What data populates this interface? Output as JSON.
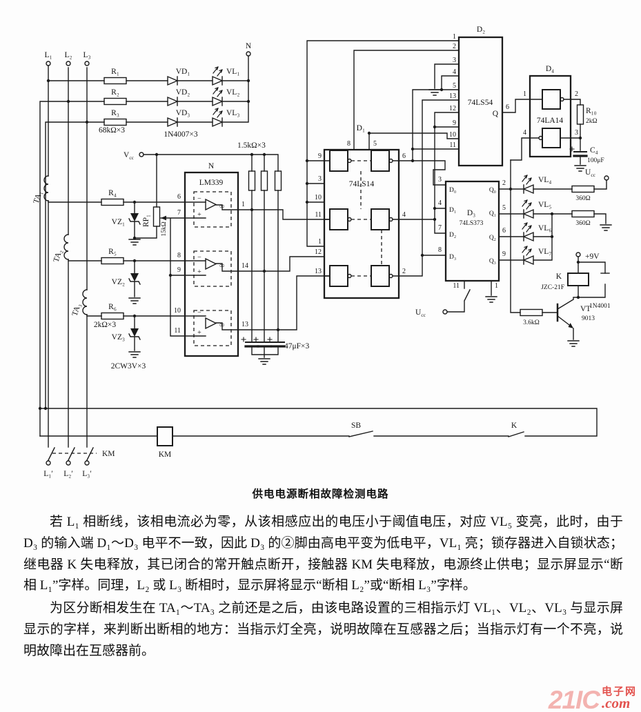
{
  "caption": "供电电源断相故障检测电路",
  "paragraphs": {
    "p1": "若 L₁ 相断线，该相电流必为零，从该相感应出的电压小于阈值电压，对应 VL₅ 变亮，此时，由于 D₃ 的输入端 D₁～D₃ 电平不一致，因此 D₃ 的②脚由高电平变为低电平，VL₁ 亮；锁存器进入自锁状态；继电器 K 失电释放，其已闭合的常开触点断开，接触器 KM 失电释放，电源终止供电；显示屏显示“断相 L₁”字样。同理，L₂ 或 L₃ 断相时，显示屏将显示“断相 L₂”或“断相 L₃”字样。",
    "p2": "为区分断相发生在 TA₁～TA₃ 之前还是之后，由该电路设置的三相指示灯 VL₁、VL₂、VL₃ 与显示屏显示的字样，来判断出断相的地方：当指示灯全亮，说明故障在互感器之后；当指示灯有一个不亮，说明故障出在互感器前。"
  },
  "watermark": {
    "brand": "21IC",
    "domain": ".com",
    "site": "电子网"
  },
  "sch": {
    "num": {
      "1": "1",
      "2": "2",
      "3": "3",
      "4": "4",
      "5": "5",
      "6": "6",
      "7": "7",
      "8": "8",
      "9": "9",
      "10": "10",
      "11": "11",
      "12": "12",
      "13": "13",
      "14": "14"
    },
    "phase": {
      "l1": "L₁",
      "l2": "L₂",
      "l3": "L₃",
      "n": "N",
      "l1p": "L₁′",
      "l2p": "L₂′",
      "l3p": "L₃′"
    },
    "r": {
      "r1": "R₁",
      "r2": "R₂",
      "r3": "R₃",
      "r123": "68kΩ×3",
      "r4": "R₄",
      "r5": "R₅",
      "r6": "R₆",
      "r456": "2kΩ×3",
      "rp1": "RP₁",
      "rp1v": "15kΩ",
      "pull": "1.5kΩ×3",
      "r10": "R₁₀",
      "r10v": "2kΩ",
      "r360": "360Ω",
      "r36": "3.6kΩ"
    },
    "dio": {
      "vd1": "VD₁",
      "vd2": "VD₂",
      "vd3": "VD₃",
      "vdm": "1N4007×3",
      "vz1": "VZ₁",
      "vz2": "VZ₂",
      "vz3": "VZ₃",
      "vzm": "2CW3V×3",
      "dk": "1N4001"
    },
    "led": {
      "vl1": "VL₁",
      "vl2": "VL₂",
      "vl3": "VL₃",
      "vl4": "VL₄",
      "vl5": "VL₅",
      "vl6": "VL₆",
      "vl7": "VL₇"
    },
    "cap": {
      "c123": "47μF×3",
      "c4": "C₄",
      "c4v": "100μF"
    },
    "ic": {
      "n": "N",
      "lm": "LM339",
      "d1": "D₁",
      "d1n": "74LS14",
      "d2": "D₂",
      "d2n": "74LS54",
      "q": "Q",
      "d3": "D₃",
      "d3n": "74LS373",
      "d4": "D₄",
      "d4n": "74LA14",
      "inf": "∞",
      "minus": "−",
      "plus": "+"
    },
    "port": {
      "d0": "D₀",
      "d1": "D₁",
      "d2": "D₂",
      "d3": "D₃",
      "q0": "Q₀",
      "q1": "Q₁",
      "q2": "Q₂",
      "q3": "Q₃"
    },
    "ta": {
      "t1": "TA₁",
      "t2": "TA₂",
      "t3": "TA₃"
    },
    "m": {
      "vt": "VT",
      "vtn": "9013",
      "k": "K",
      "kn": "JZC-21F",
      "sb": "SB",
      "km": "KM",
      "p9": "+9V"
    },
    "pwr": {
      "v": "V",
      "u": "U",
      "cc": "cc"
    }
  }
}
